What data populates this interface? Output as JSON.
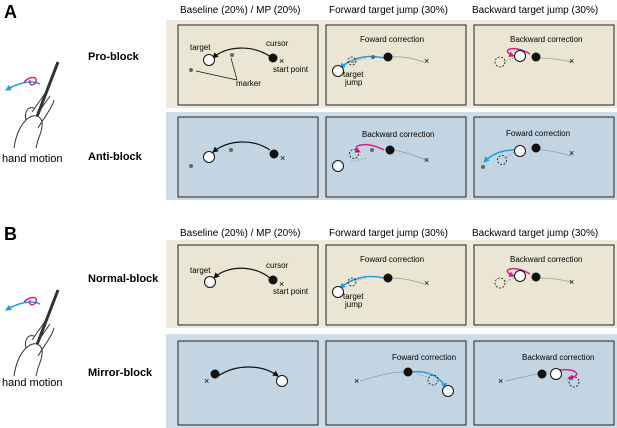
{
  "colors": {
    "beige_band": "#eeeadb",
    "blue_band": "#cfdbe5",
    "beige_box": "#ebe6d3",
    "blue_box": "#c3d5e3",
    "frame": "#222222",
    "arrow_black": "#111111",
    "arrow_cyan": "#1aa0dc",
    "arrow_magenta": "#d2238c",
    "path_gray": "#9a9a9a",
    "marker_gray": "#666666"
  },
  "panel_a": {
    "letter": "A",
    "col_baseline": "Baseline (20%) / MP (20%)",
    "col_forward": "Forward target jump (30%)",
    "col_backward": "Backward target jump (30%)",
    "row1": "Pro-block",
    "row2": "Anti-block",
    "hand": "hand motion",
    "lbl_target": "target",
    "lbl_cursor": "cursor",
    "lbl_marker": "marker",
    "lbl_start": "start point",
    "lbl_fwd_corr": "Foward correction",
    "lbl_target_jump_1": "target",
    "lbl_target_jump_2": "jump",
    "lbl_bwd_corr": "Backward correction",
    "anti_fwd": "Backward correction",
    "anti_bwd": "Foward correction"
  },
  "panel_b": {
    "letter": "B",
    "col_baseline": "Baseline (20%) / MP (20%)",
    "col_forward": "Forward target jump (30%)",
    "col_backward": "Backward target jump (30%)",
    "row1": "Normal-block",
    "row2": "Mirror-block",
    "hand": "hand motion",
    "lbl_target": "target",
    "lbl_cursor": "cursor",
    "lbl_start": "start point",
    "lbl_fwd_corr": "Foward correction",
    "lbl_target_jump_1": "target",
    "lbl_target_jump_2": "jump",
    "lbl_bwd_corr": "Backward correction",
    "mirror_fwd": "Foward correction",
    "mirror_bwd": "Backward correction"
  },
  "icons": {
    "hand": "hand-with-pen-icon",
    "start_point": "cross-icon",
    "target": "circle-icon",
    "cursor": "filled-dot-icon",
    "jump_target": "dashed-circle-icon"
  }
}
